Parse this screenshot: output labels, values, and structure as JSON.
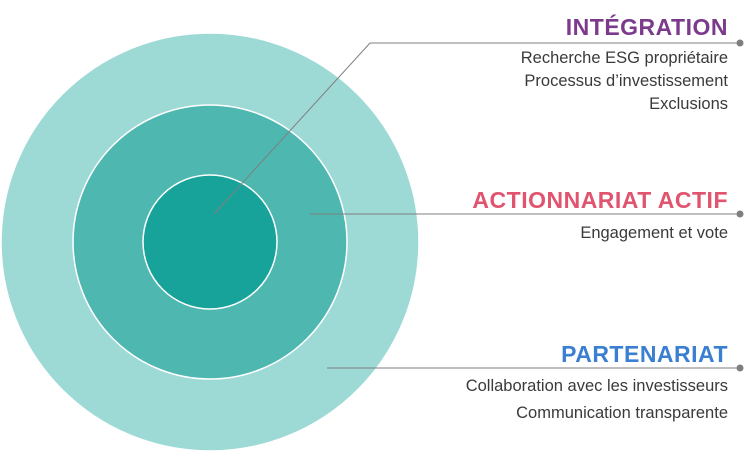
{
  "colors": {
    "outer_ring": "#9dd9d5",
    "middle_ring": "#4db7b0",
    "inner_core": "#18a39a",
    "ring_border": "#ffffff",
    "leader_line": "#7f7f7f",
    "integration": "#7b3a8c",
    "actionnariat": "#e0546f",
    "partenariat": "#3b7fd2"
  },
  "sections": {
    "integration": {
      "title": "INTÉGRATION",
      "items": [
        "Recherche ESG propriétaire",
        "Processus d’investissement",
        "Exclusions"
      ]
    },
    "actionnariat": {
      "title": "ACTIONNARIAT ACTIF",
      "items": [
        "Engagement et vote"
      ]
    },
    "partenariat": {
      "title": "PARTENARIAT",
      "items": [
        "Collaboration avec les investisseurs",
        "Communication transparente"
      ]
    }
  }
}
